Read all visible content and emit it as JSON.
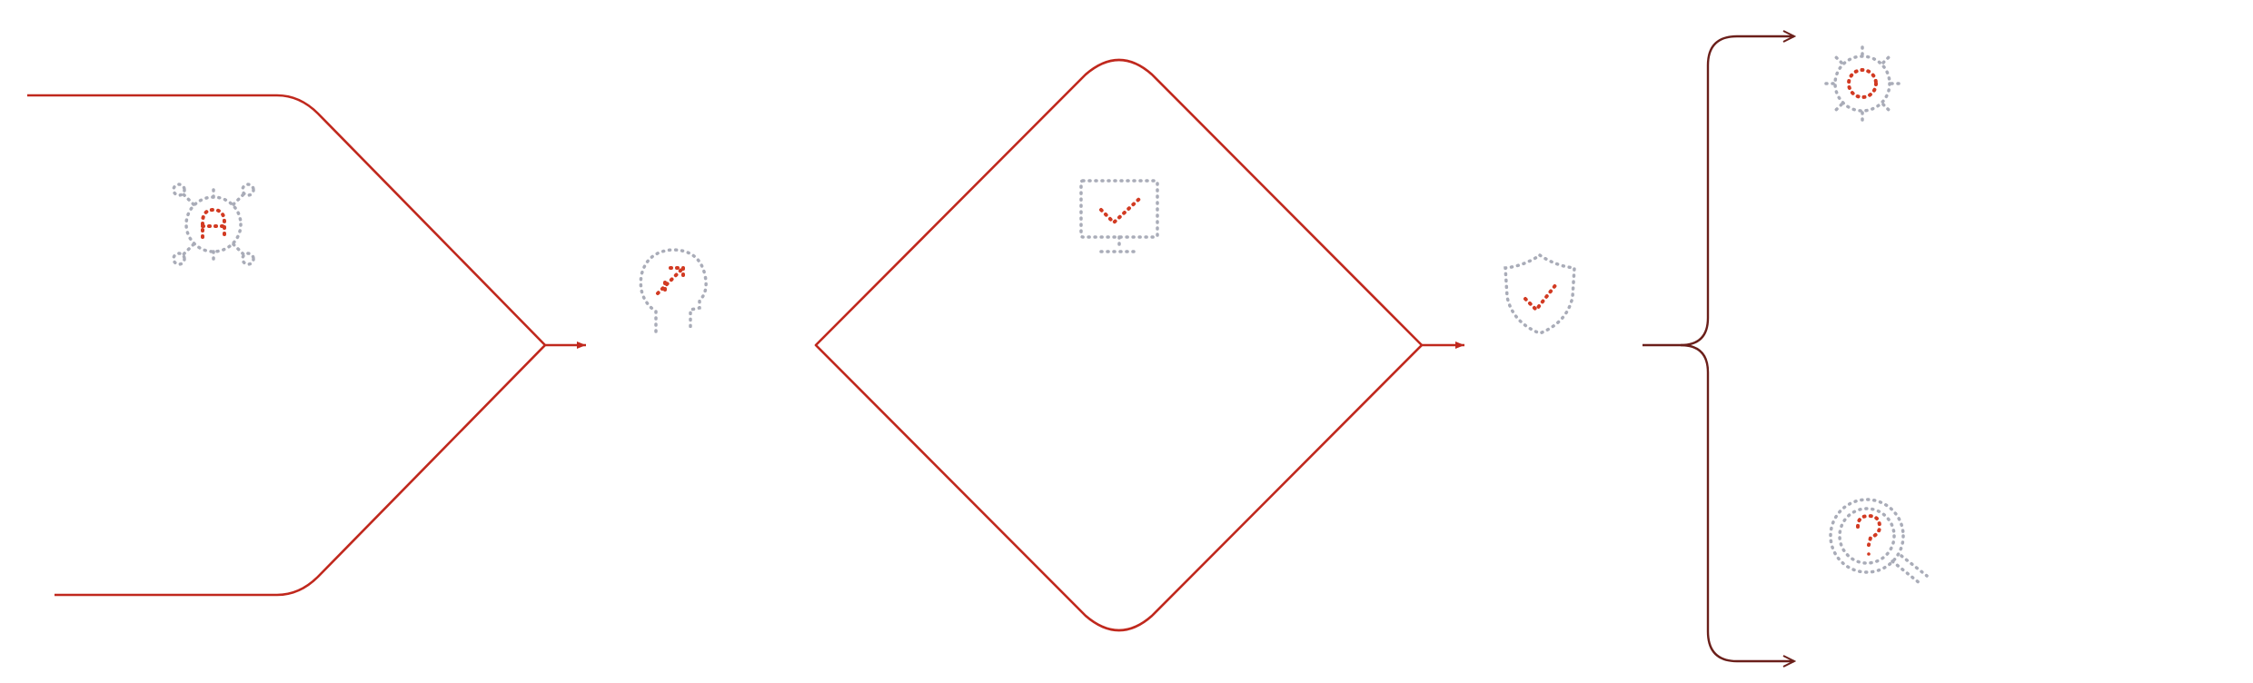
{
  "colors": {
    "accent": "#c0281d",
    "dot_gray": "#a9acb8",
    "dot_red": "#d23a22",
    "connector_dark": "#6b1f1a",
    "background": "#ffffff"
  },
  "nodes": [
    {
      "id": "funnel",
      "shape": "converging-funnel",
      "icon": "virus-icon"
    },
    {
      "id": "insight",
      "shape": "none",
      "icon": "head-growth-icon"
    },
    {
      "id": "decision",
      "shape": "diamond",
      "icon": "monitor-check-icon"
    },
    {
      "id": "verification",
      "shape": "none",
      "icon": "shield-check-icon"
    },
    {
      "id": "branch",
      "shape": "curly-brace-split",
      "icon": "none"
    },
    {
      "id": "outcome-top",
      "shape": "none",
      "icon": "gear-icon"
    },
    {
      "id": "outcome-bottom",
      "shape": "none",
      "icon": "magnifier-question-icon"
    }
  ],
  "edges": [
    {
      "from": "funnel",
      "to": "insight"
    },
    {
      "from": "decision",
      "to": "verification"
    },
    {
      "from": "branch",
      "to": "outcome-top"
    },
    {
      "from": "branch",
      "to": "outcome-bottom"
    }
  ]
}
